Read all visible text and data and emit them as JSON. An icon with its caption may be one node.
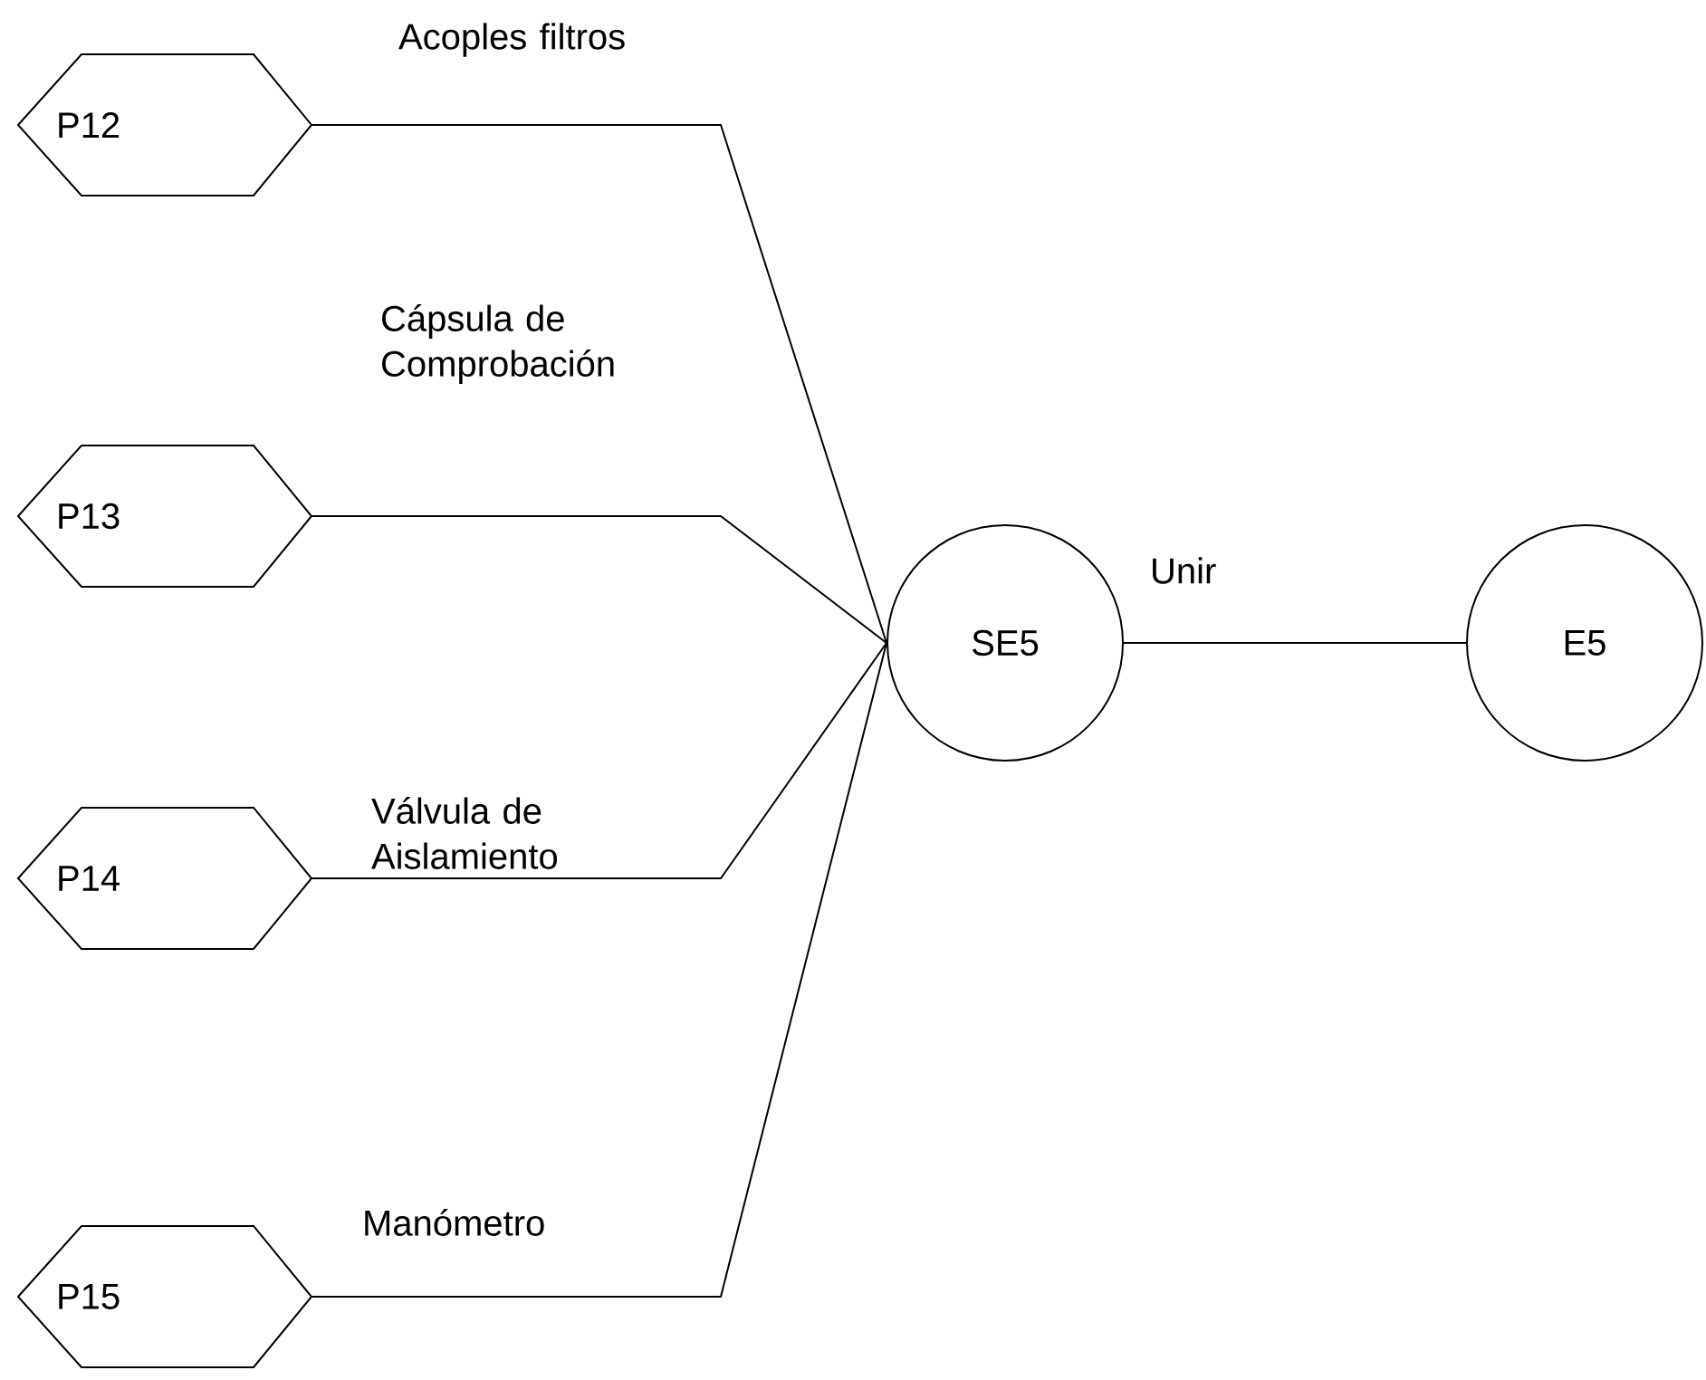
{
  "diagram": {
    "nodes": [
      {
        "text": [
          "P12"
        ]
      },
      {
        "text": [
          "P13"
        ]
      },
      {
        "text": [
          "P14"
        ]
      },
      {
        "text": [
          "P15"
        ]
      },
      {
        "text": [
          "SE5"
        ]
      },
      {
        "text": [
          "E5"
        ]
      }
    ],
    "edges": [
      {
        "from": 0,
        "to": 4,
        "arrow": "none",
        "label": "Acoples filtros"
      },
      {
        "from": 1,
        "to": 4,
        "arrow": "none",
        "label": "Cápsula de Comprobación"
      },
      {
        "from": 2,
        "to": 4,
        "arrow": "none",
        "label": "Válvula de Aislamiento"
      },
      {
        "from": 3,
        "to": 4,
        "arrow": "none",
        "label": "Manómetro"
      },
      {
        "from": 4,
        "to": 5,
        "arrow": "none",
        "label": "Unir"
      }
    ]
  }
}
